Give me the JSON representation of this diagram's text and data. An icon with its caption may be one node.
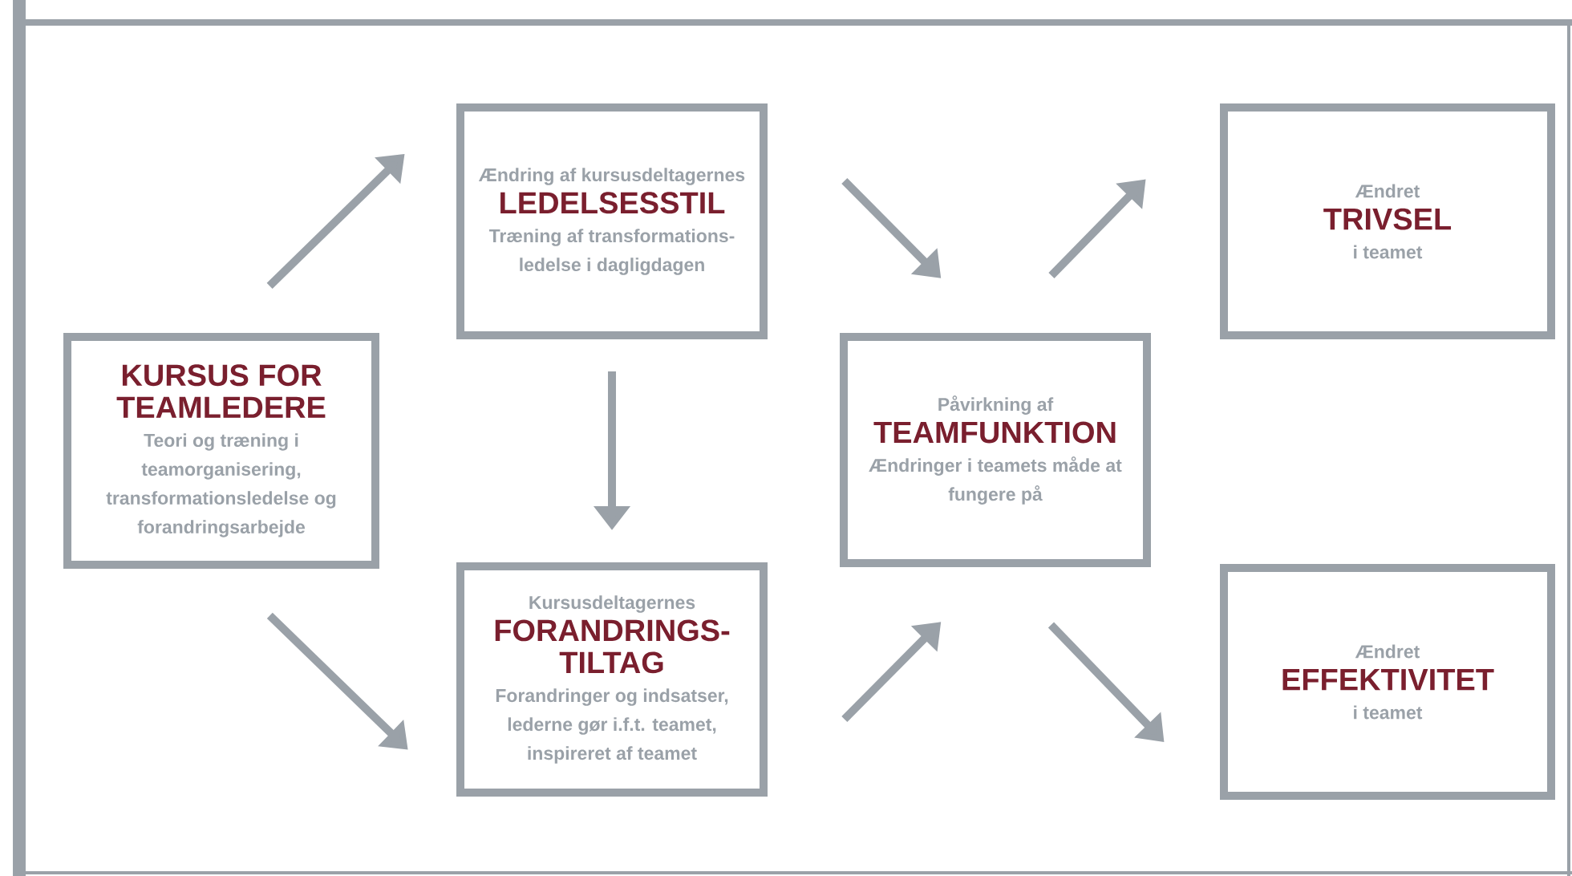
{
  "diagram": {
    "nodes": [
      {
        "text": [
          "KURSUS FOR TEAMLEDERE",
          "Teori og træning i teamorganisering, transformationsledelse og forandringsarbejde"
        ]
      },
      {
        "text": [
          "Ændring af kursusdeltagernes",
          "LEDELSESSTIL",
          "Træning af transformations- ledelse i dagligdagen"
        ]
      },
      {
        "text": [
          "Kursusdeltagernes",
          "FORANDRINGS- TILTAG",
          "Forandringer og indsatser, lederne gør i.f.t. teamet, inspireret af teamet"
        ]
      },
      {
        "text": [
          "Påvirkning af",
          "TEAMFUNKTION",
          "Ændringer i teamets måde at fungere på"
        ]
      },
      {
        "text": [
          "Ændret",
          "TRIVSEL",
          "i teamet"
        ]
      },
      {
        "text": [
          "Ændret",
          "EFFEKTIVITET",
          "i teamet"
        ]
      }
    ],
    "edges": [
      {
        "from": 0,
        "to": 1,
        "arrow": "to"
      },
      {
        "from": 0,
        "to": 2,
        "arrow": "to"
      },
      {
        "from": 1,
        "to": 2,
        "arrow": "to"
      },
      {
        "from": 1,
        "to": 3,
        "arrow": "to"
      },
      {
        "from": 2,
        "to": 3,
        "arrow": "to"
      },
      {
        "from": 3,
        "to": 4,
        "arrow": "to"
      },
      {
        "from": 3,
        "to": 5,
        "arrow": "to"
      }
    ]
  }
}
